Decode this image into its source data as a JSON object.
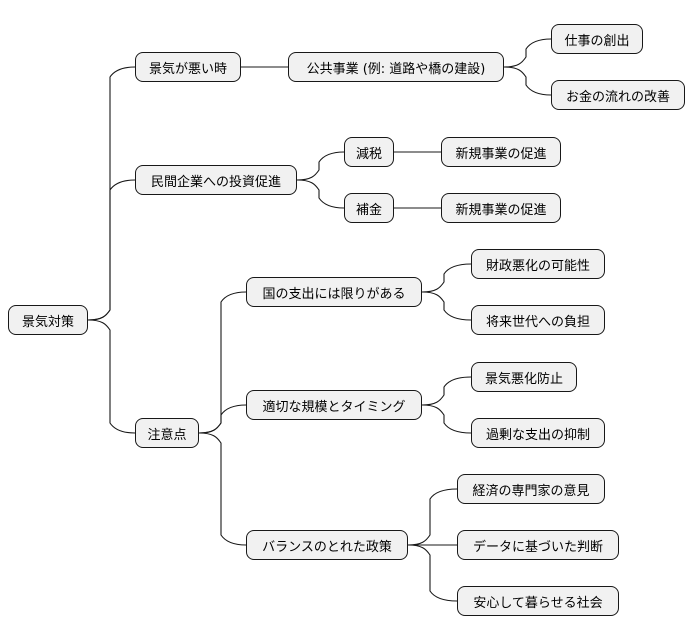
{
  "colors": {
    "node_fill": "#f1f1f1",
    "node_border": "#181818",
    "line": "#181818",
    "text": "#000000",
    "background": "#ffffff"
  },
  "mindmap": {
    "root": "景気対策",
    "branches": [
      {
        "label": "景気が悪い時",
        "children": [
          {
            "label": "公共事業 (例: 道路や橋の建設)",
            "children": [
              {
                "label": "仕事の創出"
              },
              {
                "label": "お金の流れの改善"
              }
            ]
          }
        ]
      },
      {
        "label": "民間企業への投資促進",
        "children": [
          {
            "label": "減税",
            "children": [
              {
                "label": "新規事業の促進"
              }
            ]
          },
          {
            "label": "補金",
            "children": [
              {
                "label": "新規事業の促進"
              }
            ]
          }
        ]
      },
      {
        "label": "注意点",
        "children": [
          {
            "label": "国の支出には限りがある",
            "children": [
              {
                "label": "財政悪化の可能性"
              },
              {
                "label": "将来世代への負担"
              }
            ]
          },
          {
            "label": "適切な規模とタイミング",
            "children": [
              {
                "label": "景気悪化防止"
              },
              {
                "label": "過剰な支出の抑制"
              }
            ]
          },
          {
            "label": "バランスのとれた政策",
            "children": [
              {
                "label": "経済の専門家の意見"
              },
              {
                "label": "データに基づいた判断"
              },
              {
                "label": "安心して暮らせる社会"
              }
            ]
          }
        ]
      }
    ]
  }
}
